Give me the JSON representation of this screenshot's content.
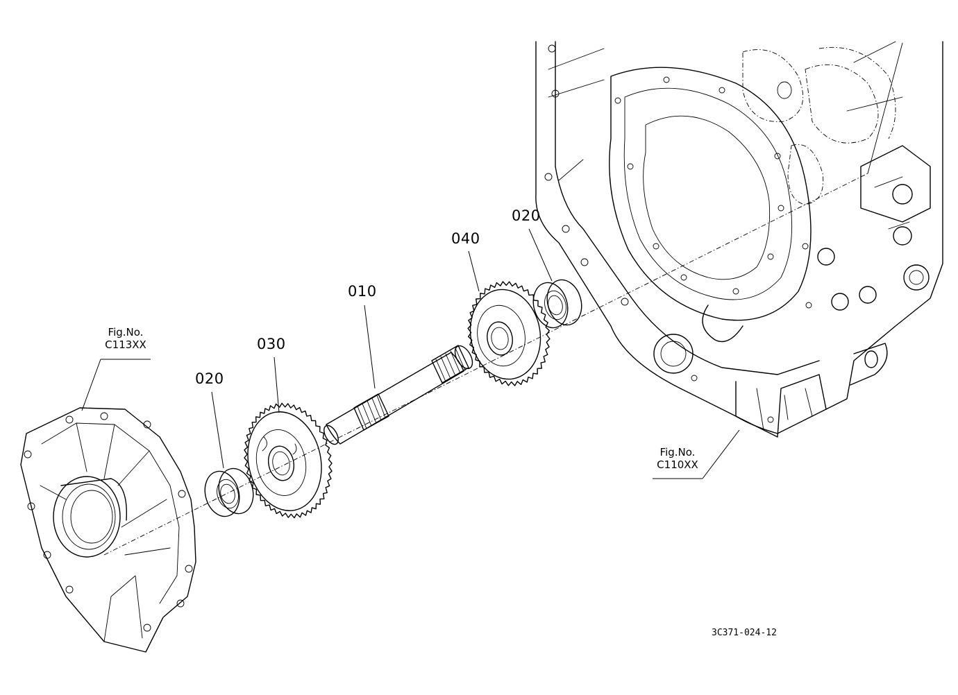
{
  "callouts": {
    "shaft": "010",
    "bearing_left": "020",
    "bearing_right": "020",
    "gear_left": "030",
    "gear_right": "040"
  },
  "references": {
    "left": {
      "prefix": "Fig.No.",
      "code": "C113XX"
    },
    "right": {
      "prefix": "Fig.No.",
      "code": "C110XX"
    }
  },
  "drawing_number": "3C371-024-12",
  "colors": {
    "line": "#000000",
    "background": "#ffffff"
  }
}
